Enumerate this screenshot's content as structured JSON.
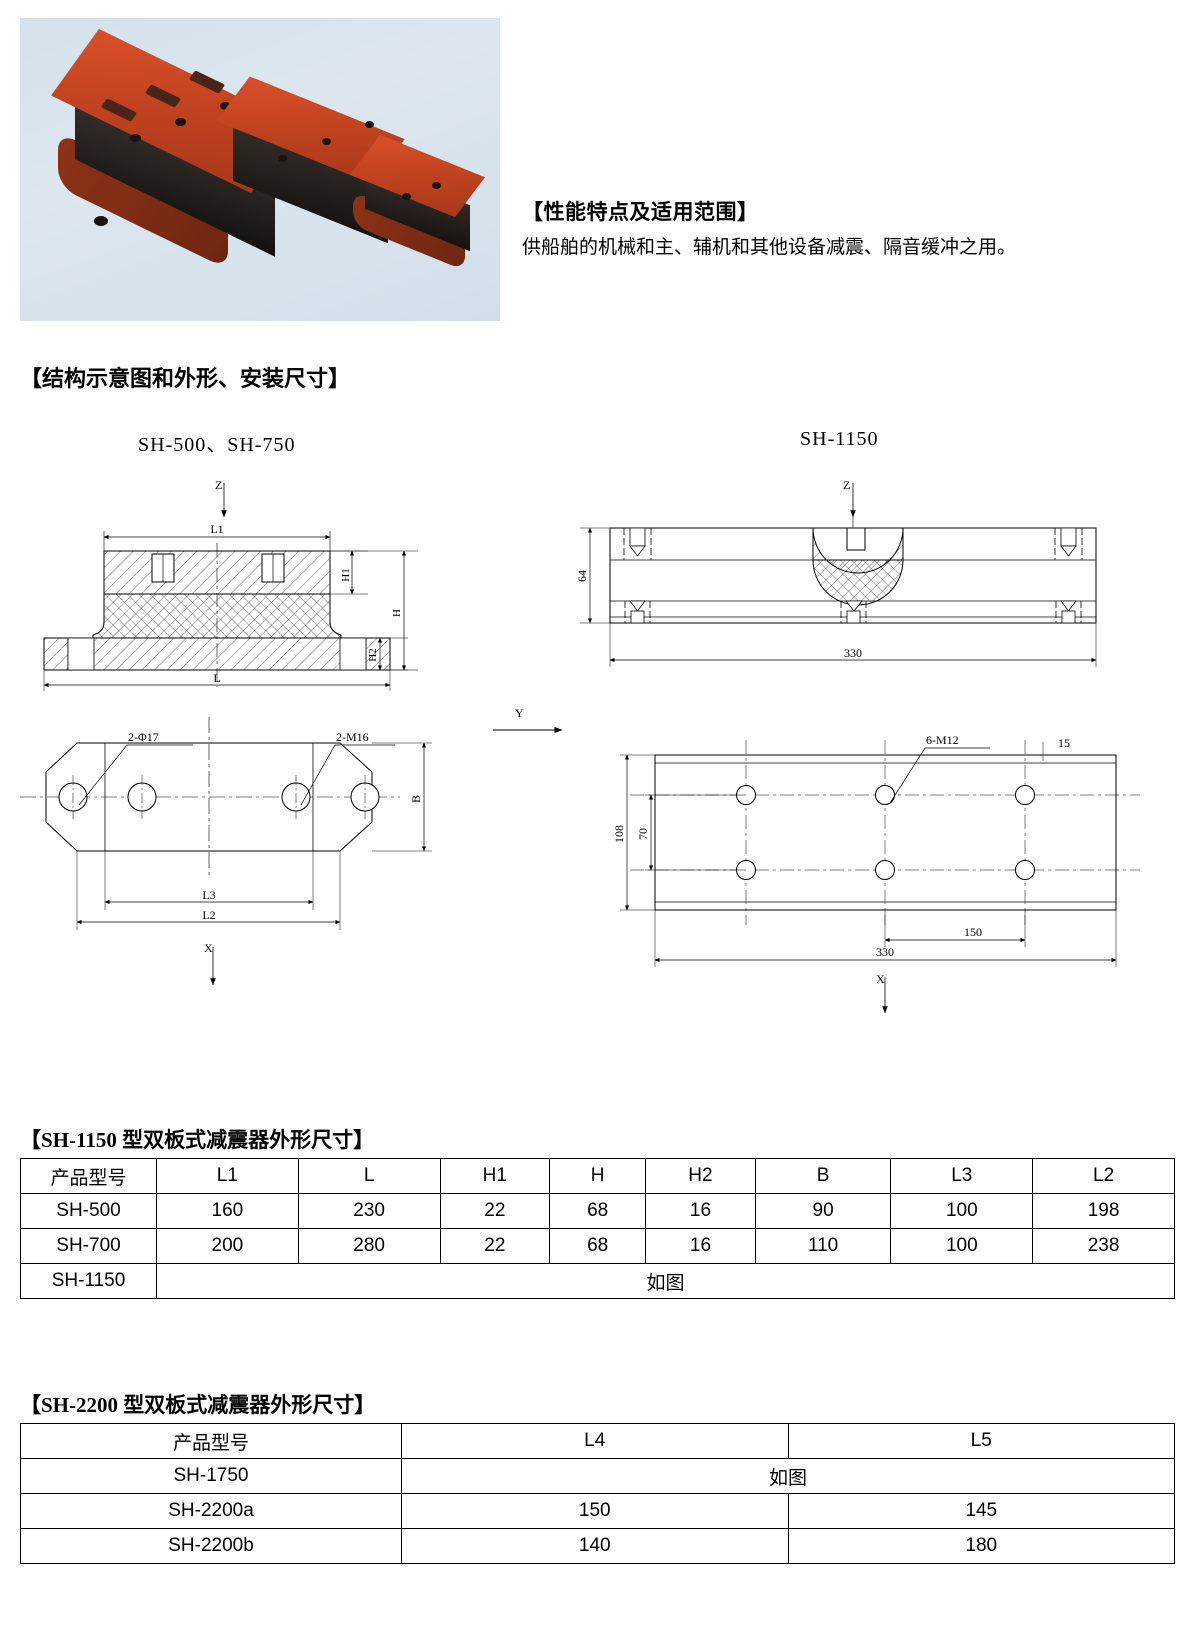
{
  "photo": {
    "alt": "three rubber vibration dampers",
    "background_color": "#d7e3ed",
    "plate_color": "#c4441f",
    "rubber_color": "#241f1c"
  },
  "performance": {
    "heading": "【性能特点及适用范围】",
    "body": "供船舶的机械和主、辅机和其他设备减震、隔音缓冲之用。"
  },
  "structure": {
    "heading": "【结构示意图和外形、安装尺寸】",
    "left_drawing_title": "SH-500、SH-750",
    "right_drawing_title": "SH-1150",
    "left_section": {
      "axis_z": "Z",
      "dim_l1": "L1",
      "dim_l": "L",
      "dim_h1": "H1",
      "dim_h": "H",
      "dim_h2": "H2"
    },
    "left_plan": {
      "callout_holes": "2-Φ17",
      "callout_threads": "2-M16",
      "dim_b": "B",
      "dim_l3": "L3",
      "dim_l2": "L2",
      "axis_x": "X"
    },
    "axis_y": "Y",
    "right_section": {
      "axis_z": "Z",
      "dim_height": "64",
      "dim_length": "330"
    },
    "right_plan": {
      "callout_threads": "6-M12",
      "dim_edge": "15",
      "dim_width_outer": "108",
      "dim_width_inner": "70",
      "dim_pitch": "150",
      "dim_length": "330",
      "axis_x": "X"
    }
  },
  "table1": {
    "heading": "【SH-1150 型双板式减震器外形尺寸】",
    "columns": [
      "产品型号",
      "L1",
      "L",
      "H1",
      "H",
      "H2",
      "B",
      "L3",
      "L2"
    ],
    "rows": [
      [
        "SH-500",
        "160",
        "230",
        "22",
        "68",
        "16",
        "90",
        "100",
        "198"
      ],
      [
        "SH-700",
        "200",
        "280",
        "22",
        "68",
        "16",
        "110",
        "100",
        "238"
      ]
    ],
    "merged_row": {
      "model": "SH-1150",
      "value": "如图"
    }
  },
  "table2": {
    "heading": "【SH-2200 型双板式减震器外形尺寸】",
    "columns": [
      "产品型号",
      "L4",
      "L5"
    ],
    "merged_row": {
      "model": "SH-1750",
      "value": "如图"
    },
    "rows": [
      [
        "SH-2200a",
        "150",
        "145"
      ],
      [
        "SH-2200b",
        "140",
        "180"
      ]
    ]
  }
}
